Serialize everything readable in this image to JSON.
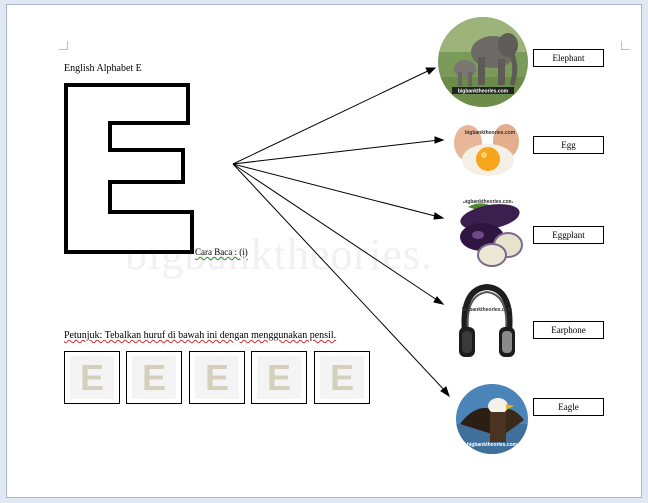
{
  "page": {
    "title": "English Alphabet E",
    "watermark": "bigbanktheories.",
    "reading_label": "Cara Baca : ",
    "reading_value": "(i)",
    "instruction": "Petunjuk: Tebalkan huruf di bawah ini dengan menggunakan pensil."
  },
  "tracing": {
    "letters": [
      "E",
      "E",
      "E",
      "E",
      "E"
    ]
  },
  "words": [
    {
      "label": "Elephant",
      "icon": "elephant-icon",
      "watermark": "bigbanktheories.com"
    },
    {
      "label": "Egg",
      "icon": "egg-icon",
      "watermark": "bigbanktheories.com"
    },
    {
      "label": "Eggplant",
      "icon": "eggplant-icon",
      "watermark": "bigbanktheories.com"
    },
    {
      "label": "Earphone",
      "icon": "earphone-icon",
      "watermark": "bigbanktheories.com"
    },
    {
      "label": "Eagle",
      "icon": "eagle-icon",
      "watermark": "bigbanktheories.com"
    }
  ],
  "colors": {
    "page_bg": "#ffffff",
    "window_bg": "#dfe8f3",
    "outline": "#000000",
    "trace_letter": "#d5cfbe"
  }
}
